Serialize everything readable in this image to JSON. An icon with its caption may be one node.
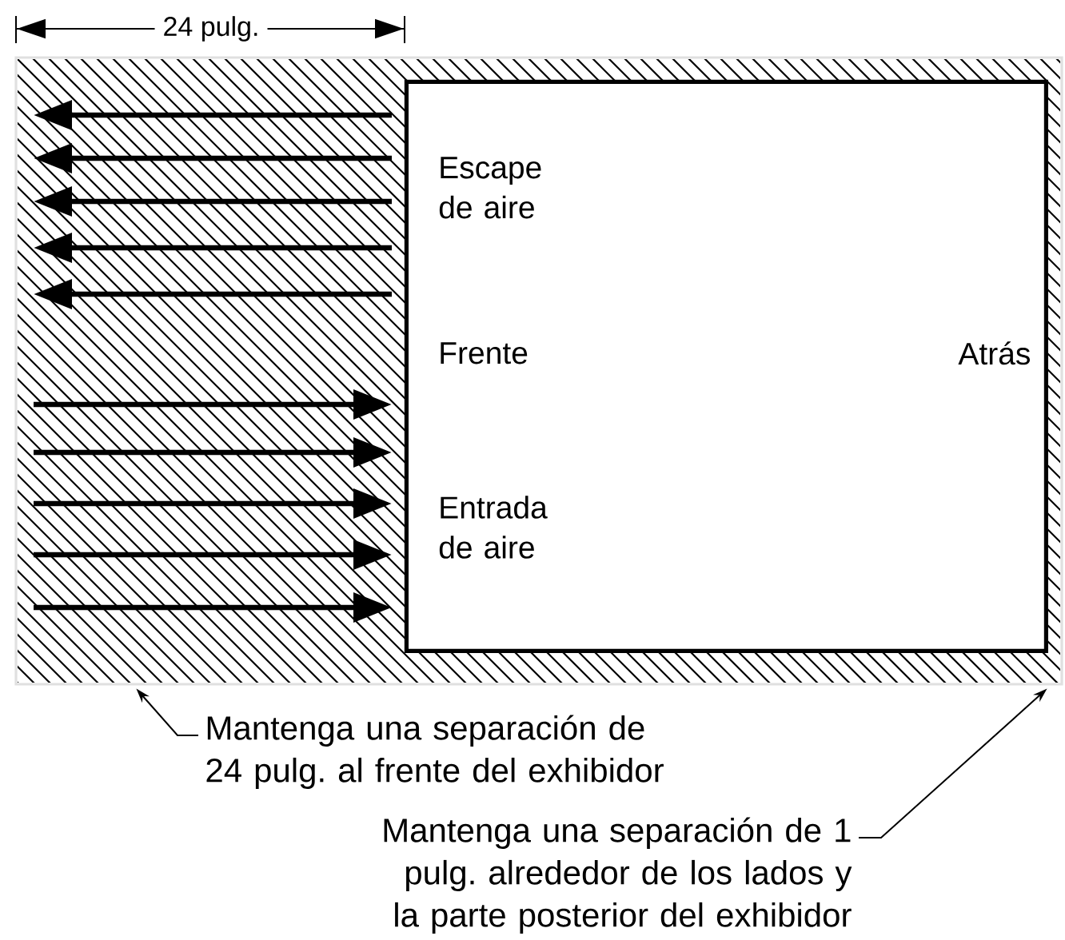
{
  "diagram": {
    "nodes": [
      {
        "text": [],
        "shape": "box"
      },
      {
        "text": [
          "Escape de aire",
          "Frente",
          "Entrada de aire",
          "Atrás"
        ],
        "in": 0
      },
      {
        "text": [
          "Mantenga una separación de 24 pulg. al frente del exhibidor"
        ]
      },
      {
        "text": [
          "Mantenga una separación de 1 pulg. alrededor de los lados y la parte posterior del exhibidor"
        ]
      }
    ],
    "edges": [
      {
        "from": 2,
        "to": 0,
        "arrow": "to"
      },
      {
        "from": 3,
        "to": 0,
        "arrow": "to"
      }
    ],
    "labels": [
      "24 pulg."
    ]
  }
}
